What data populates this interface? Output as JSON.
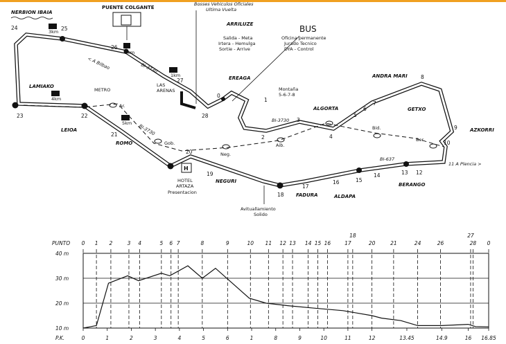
{
  "colors": {
    "ink": "#111111",
    "accent": "#f0a020",
    "paper": "#ffffff"
  },
  "map": {
    "places": {
      "nerbion_ibaia": "NERBION IBAIA",
      "puente_colgante": "PUENTE COLGANTE",
      "arriluze": "ARRILUZE",
      "ereaga": "EREAGA",
      "andra_mari": "ANDRA MARI",
      "getxo": "GETXO",
      "azkorri": "AZKORRI",
      "algorta": "ALGORTA",
      "lamiako": "LAMIAKO",
      "leioa": "LEIOA",
      "romo": "ROMO",
      "neguri": "NEGURI",
      "fadura": "FADURA",
      "aldapa": "ALDAPA",
      "berango": "BERANGO",
      "las_arenas_1": "LAS",
      "las_arenas_2": "ARENAS",
      "metro": "METRO",
      "montana_1": "Montaña",
      "montana_2": "5-6-7-8"
    },
    "roads": {
      "bi3730_a": "BI-3730",
      "bi3730_b": "BI-3730",
      "bi3730_c": "BI-3730",
      "bi637": "BI-637"
    },
    "directions": {
      "bilbao": "< A Bilbao",
      "plencia": "11  A Plencia >"
    },
    "notes": {
      "bosses_1": "Bosses Vehiculos Oficiales",
      "bosses_2": "Ultima Vuelta",
      "bus": "BUS",
      "salida": "Salida - Meta",
      "irtera": "Irtera - Hemulga",
      "sortie": "Sortie - Arrive",
      "oficina": "Oficina permanente",
      "jurado": "Jurado Tecnico",
      "dya": "DYA - Control",
      "hotel_1": "HOTEL",
      "hotel_2": "ARTAZA",
      "presentacion": "Presentacion",
      "avit_1": "Avituallamiento",
      "avit_2": "Solido"
    },
    "markers": {
      "hotel_h": "H",
      "km1": "1km",
      "km2": "2km",
      "km3": "3km",
      "km4": "4km",
      "km5": "5km"
    },
    "stations": {
      "ar": "Ar.",
      "gob": "Gob.",
      "neg": "Neg.",
      "aib": "Aib.",
      "bid": "Bid.",
      "ber": "Ber."
    },
    "points": [
      "0",
      "1",
      "2",
      "3",
      "4",
      "5",
      "6",
      "7",
      "8",
      "9",
      "10",
      "12",
      "13",
      "14",
      "15",
      "16",
      "17",
      "18",
      "19",
      "20",
      "21",
      "22",
      "23",
      "24",
      "25",
      "26",
      "27",
      "28"
    ]
  },
  "chart_data": {
    "type": "line",
    "title": "",
    "top_axis_label": "PUNTO",
    "bottom_axis_label": "P.K.",
    "y_tick_labels": [
      "40 m",
      "30 m",
      "20 m",
      "10 m"
    ],
    "y_ticks": [
      40,
      30,
      20,
      10
    ],
    "ylim": [
      10,
      40
    ],
    "xlim": [
      0,
      16.85
    ],
    "punto_labels": [
      {
        "label": "0",
        "pk": 0
      },
      {
        "label": "1",
        "pk": 0.55
      },
      {
        "label": "2",
        "pk": 1.15
      },
      {
        "label": "3",
        "pk": 1.9
      },
      {
        "label": "4",
        "pk": 2.35
      },
      {
        "label": "5",
        "pk": 3.25
      },
      {
        "label": "6",
        "pk": 3.65
      },
      {
        "label": "7",
        "pk": 3.95
      },
      {
        "label": "8",
        "pk": 4.95
      },
      {
        "label": "9",
        "pk": 6.0
      },
      {
        "label": "10",
        "pk": 6.95
      },
      {
        "label": "11",
        "pk": 7.7
      },
      {
        "label": "12",
        "pk": 8.3
      },
      {
        "label": "13",
        "pk": 8.7
      },
      {
        "label": "14",
        "pk": 9.35
      },
      {
        "label": "15",
        "pk": 9.75
      },
      {
        "label": "16",
        "pk": 10.15
      },
      {
        "label": "17",
        "pk": 11.0
      },
      {
        "label": "18",
        "pk": 11.2
      },
      {
        "label": "20",
        "pk": 12.0
      },
      {
        "label": "21",
        "pk": 12.9
      },
      {
        "label": "24",
        "pk": 13.9
      },
      {
        "label": "26",
        "pk": 14.85
      },
      {
        "label": "27",
        "pk": 16.1
      },
      {
        "label": "28",
        "pk": 16.2
      },
      {
        "label": "0",
        "pk": 16.85
      }
    ],
    "pk_ticks": [
      {
        "label": "0",
        "pk": 0
      },
      {
        "label": "1",
        "pk": 1
      },
      {
        "label": "2",
        "pk": 2
      },
      {
        "label": "3",
        "pk": 3
      },
      {
        "label": "4",
        "pk": 4
      },
      {
        "label": "5",
        "pk": 5
      },
      {
        "label": "6",
        "pk": 6
      },
      {
        "label": "1",
        "pk": 7
      },
      {
        "label": "8",
        "pk": 8
      },
      {
        "label": "9",
        "pk": 9
      },
      {
        "label": "10",
        "pk": 10
      },
      {
        "label": "11",
        "pk": 11
      },
      {
        "label": "12",
        "pk": 12
      },
      {
        "label": "13.45",
        "pk": 13.45
      },
      {
        "label": "14.9",
        "pk": 14.9
      },
      {
        "label": "16",
        "pk": 16
      },
      {
        "label": "16.85",
        "pk": 16.85
      }
    ],
    "profile": [
      [
        0,
        10
      ],
      [
        0.55,
        11
      ],
      [
        1.05,
        28
      ],
      [
        1.85,
        31
      ],
      [
        2.3,
        29
      ],
      [
        3.25,
        32
      ],
      [
        3.6,
        31
      ],
      [
        4.35,
        35
      ],
      [
        4.95,
        30
      ],
      [
        5.5,
        34
      ],
      [
        6.9,
        22
      ],
      [
        7.6,
        20
      ],
      [
        8.5,
        19
      ],
      [
        9.6,
        18
      ],
      [
        10.8,
        17
      ],
      [
        12.0,
        15
      ],
      [
        12.4,
        14
      ],
      [
        13.2,
        13
      ],
      [
        13.9,
        11
      ],
      [
        14.9,
        11
      ],
      [
        16.0,
        11.5
      ],
      [
        16.3,
        10.6
      ],
      [
        16.85,
        10.5
      ]
    ]
  }
}
